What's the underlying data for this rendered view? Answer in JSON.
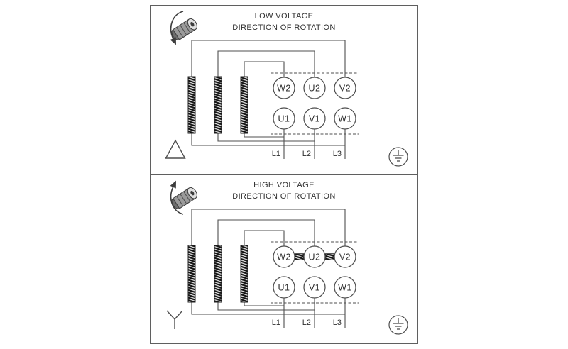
{
  "panels": [
    {
      "title": "LOW VOLTAGE",
      "subtitle": "DIRECTION OF ROTATION",
      "connection": "delta",
      "rotation_direction_icon": "rotation-arrow-counterclockwise",
      "terminals_top": [
        "W2",
        "U2",
        "V2"
      ],
      "terminals_bottom": [
        "U1",
        "V1",
        "W1"
      ],
      "line_labels": [
        "L1",
        "L2",
        "L3"
      ],
      "symbols": {
        "connection": "delta-triangle",
        "ground": "earth-ground"
      }
    },
    {
      "title": "HIGH VOLTAGE",
      "subtitle": "DIRECTION OF ROTATION",
      "connection": "wye",
      "rotation_direction_icon": "rotation-arrow-clockwise",
      "terminals_top": [
        "W2",
        "U2",
        "V2"
      ],
      "terminals_bottom": [
        "U1",
        "V1",
        "W1"
      ],
      "line_labels": [
        "L1",
        "L2",
        "L3"
      ],
      "symbols": {
        "connection": "wye-star",
        "ground": "earth-ground"
      }
    }
  ],
  "colors": {
    "wire": "#4f4f4f",
    "text": "#2f2f2f",
    "link": "#141414",
    "background": "#ffffff"
  }
}
